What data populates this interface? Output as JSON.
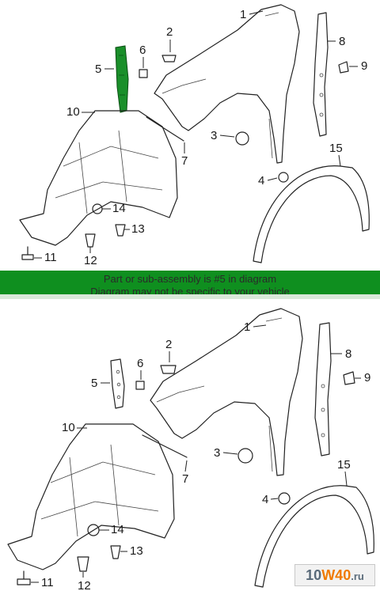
{
  "callouts": [
    "1",
    "2",
    "3",
    "4",
    "5",
    "6",
    "7",
    "8",
    "9",
    "10",
    "11",
    "12",
    "13",
    "14",
    "15"
  ],
  "banner": {
    "line1": "Part or sub-assembly is #5 in diagram",
    "line2": "Diagram may not be specific to your vehicle"
  },
  "logo": {
    "part_a": "10",
    "part_b": "W40",
    "part_c": ".ru"
  },
  "colors": {
    "banner": "#0f8f1f",
    "highlight": "#1a8f2a",
    "logo_orange": "#f07a00",
    "logo_gray": "#5a6b7a"
  }
}
